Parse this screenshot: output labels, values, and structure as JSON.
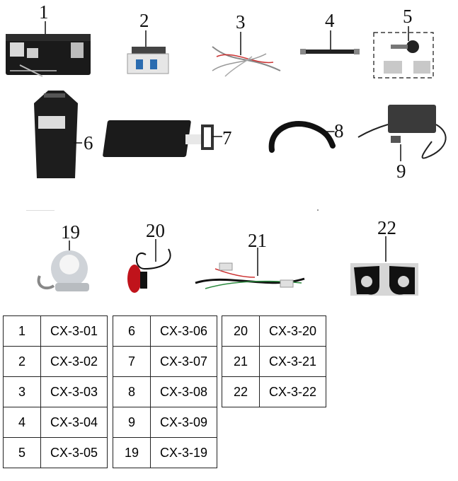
{
  "callouts": [
    "1",
    "2",
    "3",
    "4",
    "5",
    "6",
    "7",
    "8",
    "9",
    "19",
    "20",
    "21",
    "22"
  ],
  "parts": [
    {
      "num": "1",
      "code": "CX-3-01"
    },
    {
      "num": "2",
      "code": "CX-3-02"
    },
    {
      "num": "3",
      "code": "CX-3-03"
    },
    {
      "num": "4",
      "code": "CX-3-04"
    },
    {
      "num": "5",
      "code": "CX-3-05"
    },
    {
      "num": "6",
      "code": "CX-3-06"
    },
    {
      "num": "7",
      "code": "CX-3-07"
    },
    {
      "num": "8",
      "code": "CX-3-08"
    },
    {
      "num": "9",
      "code": "CX-3-09"
    },
    {
      "num": "19",
      "code": "CX-3-19"
    },
    {
      "num": "20",
      "code": "CX-3-20"
    },
    {
      "num": "21",
      "code": "CX-3-21"
    },
    {
      "num": "22",
      "code": "CX-3-22"
    }
  ]
}
